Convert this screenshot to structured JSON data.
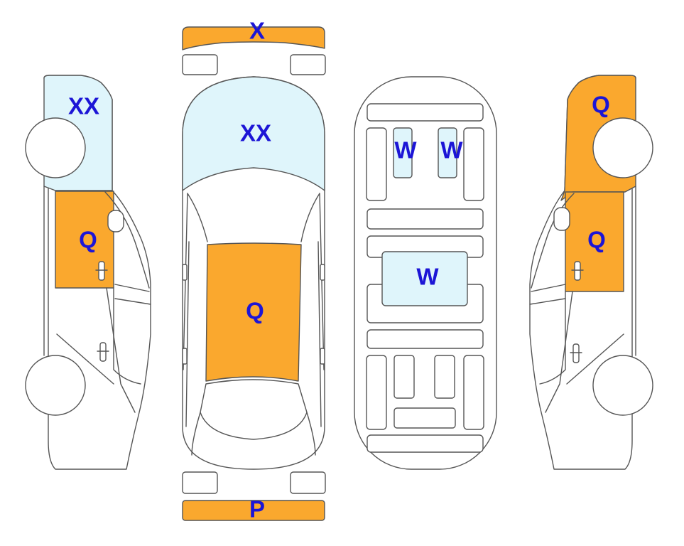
{
  "colors": {
    "outline": "#555555",
    "panel": "#ffffff",
    "glass": "#dff5fb",
    "damaged": "#faa82e",
    "code_text": "#1c15d6"
  },
  "views": {
    "left_side": {
      "roof_code": "XX",
      "front_door_code": "Q"
    },
    "top": {
      "front_bumper_code": "X",
      "windshield_code": "XX",
      "roof_code": "Q",
      "rear_bumper_code": "P"
    },
    "underbody": {
      "left_panel_code": "W",
      "right_panel_code": "W",
      "center_panel_code": "W"
    },
    "right_side": {
      "front_fender_code": "Q",
      "front_door_code": "Q"
    }
  }
}
